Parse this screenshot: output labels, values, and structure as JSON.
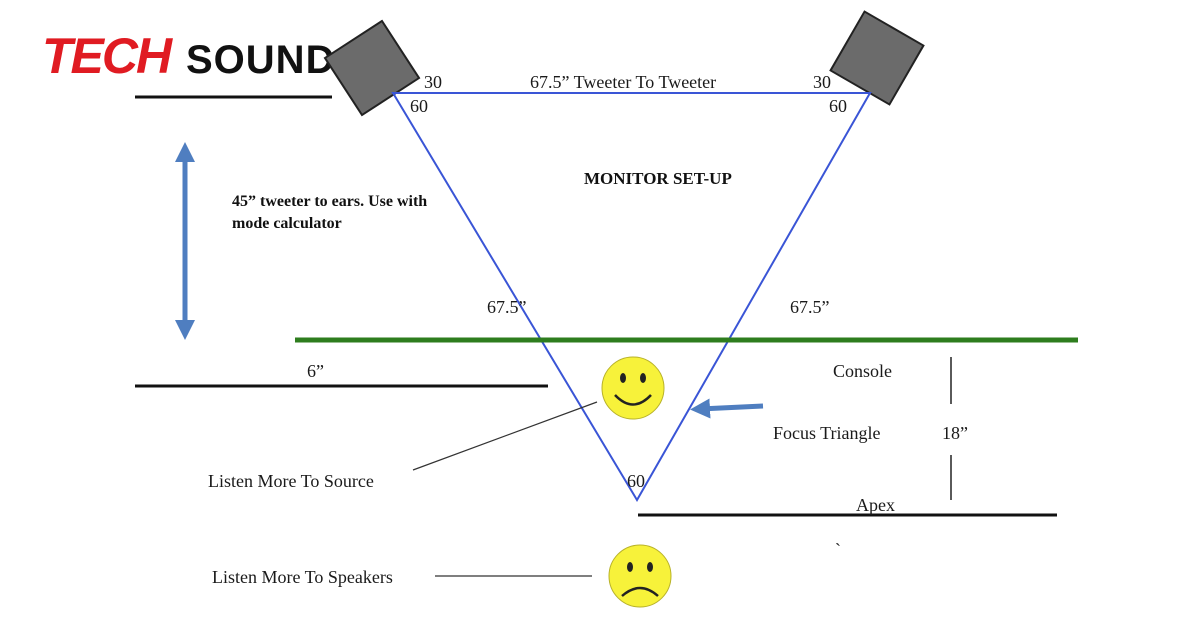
{
  "logo": {
    "part1": "TECH",
    "part2": "SOUND"
  },
  "title": "MONITOR SET-UP",
  "tweeter_distance_label": "67.5” Tweeter To Tweeter",
  "angles": {
    "left_top_outer": "30",
    "left_top_inner": "60",
    "right_top_outer": "30",
    "right_top_inner": "60",
    "apex": "60"
  },
  "side_labels": {
    "left": "67.5”",
    "right": "67.5”"
  },
  "ear_note": {
    "line1": "45” tweeter to ears. Use with",
    "line2": "mode calculator"
  },
  "offset_label": "6”",
  "right_labels": {
    "console": "Console",
    "focus_triangle": "Focus Triangle",
    "distance": "18”",
    "apex": "Apex"
  },
  "listen_source": "Listen More To Source",
  "listen_speakers": "Listen More To Speakers",
  "stray_mark": "`",
  "colors": {
    "triangle": "#3a55d6",
    "console_line": "#2e7d1e",
    "arrow": "#4f7ec0",
    "speaker_fill": "#6b6b6b",
    "face_fill": "#f7f23a",
    "logo_red": "#e01b22"
  }
}
